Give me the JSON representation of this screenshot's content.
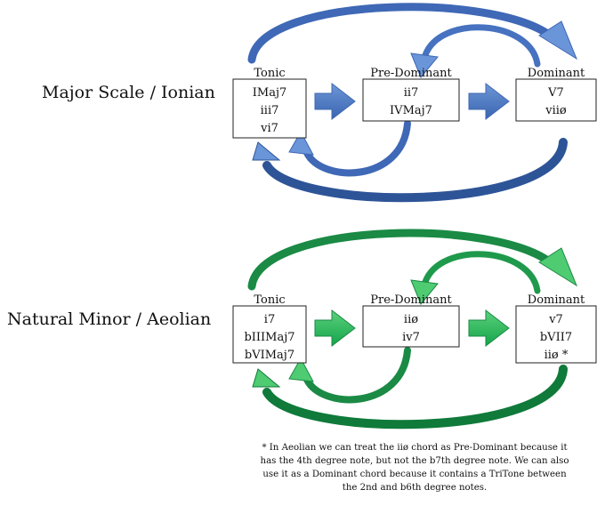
{
  "colors": {
    "blue_light": "#5b88cc",
    "blue_dark": "#2b4f94",
    "green_light": "#49c26a",
    "green_dark": "#0f7a3a",
    "box_border": "#222222"
  },
  "major": {
    "label": "Major Scale / Ionian",
    "tonic": {
      "heading": "Tonic",
      "chords": [
        "IMaj7",
        "iii7",
        "vi7"
      ]
    },
    "predominant": {
      "heading": "Pre-Dominant",
      "chords": [
        "ii7",
        "IVMaj7"
      ]
    },
    "dominant": {
      "heading": "Dominant",
      "chords": [
        "V7",
        "viiø"
      ]
    }
  },
  "minor": {
    "label": "Natural Minor / Aeolian",
    "tonic": {
      "heading": "Tonic",
      "chords": [
        "i7",
        "bIIIMaj7",
        "bVIMaj7"
      ]
    },
    "predominant": {
      "heading": "Pre-Dominant",
      "chords": [
        "iiø",
        "iv7"
      ]
    },
    "dominant": {
      "heading": "Dominant",
      "chords": [
        "v7",
        "bVII7",
        "iiø *"
      ]
    }
  },
  "footnote": {
    "lines": [
      "* In Aeolian we can treat the iiø chord as Pre-Dominant because it",
      "has the 4th degree note, but not the b7th degree note. We can also",
      "use it as a Dominant chord because it contains a TriTone between",
      "the 2nd and b6th degree notes."
    ]
  }
}
